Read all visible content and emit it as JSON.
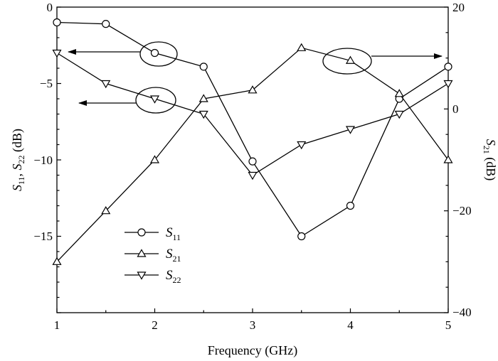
{
  "chart_data": {
    "type": "line",
    "title": "",
    "xlabel": "Frequency (GHz)",
    "ylabel_left": {
      "main": "S",
      "sub1": "11",
      "sep": ", ",
      "main2": "S",
      "sub2": "22",
      "unit": " (dB)"
    },
    "ylabel_right": {
      "main": "S",
      "sub": "21",
      "unit": " (dB)"
    },
    "xlim": [
      1,
      5
    ],
    "ylim_left": [
      0,
      -20
    ],
    "ylim_right": [
      -40,
      20
    ],
    "x_ticks": [
      "1",
      "2",
      "3",
      "4",
      "5"
    ],
    "y_ticks_left": [
      "0",
      "−5",
      "−10",
      "−15"
    ],
    "y_ticks_right": [
      "20",
      "0",
      "−20",
      "−40"
    ],
    "grid": false,
    "legend_position": "lower-left",
    "series": [
      {
        "name": "S11",
        "label_main": "S",
        "label_sub": "11",
        "axis": "left",
        "marker": "circle",
        "x": [
          1,
          1.5,
          2,
          2.5,
          3,
          3.5,
          4,
          4.5,
          5
        ],
        "y": [
          -1,
          -1.1,
          -3,
          -3.9,
          -10.1,
          -15,
          -13,
          -6,
          -3.9
        ]
      },
      {
        "name": "S21",
        "label_main": "S",
        "label_sub": "21",
        "axis": "right",
        "marker": "triangle-up",
        "x": [
          1,
          1.5,
          2,
          2.5,
          3,
          3.5,
          4,
          4.5,
          5
        ],
        "y": [
          -30,
          -20,
          -10,
          2,
          3.7,
          12,
          9.5,
          3,
          -10
        ]
      },
      {
        "name": "S22",
        "label_main": "S",
        "label_sub": "22",
        "axis": "left",
        "marker": "triangle-down",
        "x": [
          1,
          1.5,
          2,
          2.5,
          3,
          3.5,
          4,
          4.5,
          5
        ],
        "y": [
          -3,
          -5,
          -6,
          -7,
          -11,
          -9,
          -8,
          -7,
          -5
        ]
      }
    ],
    "annotations": [
      {
        "type": "ellipse-arrow",
        "target": "S11",
        "at_x": 2.1,
        "at_y_left": -3,
        "arrow_to": "left-axis"
      },
      {
        "type": "ellipse-arrow",
        "target": "S22",
        "at_x": 2.05,
        "at_y_left": -6,
        "arrow_to": "left-axis"
      },
      {
        "type": "ellipse-arrow",
        "target": "S21",
        "at_x": 3.95,
        "at_y_right": 9.5,
        "arrow_to": "right-axis"
      }
    ]
  }
}
